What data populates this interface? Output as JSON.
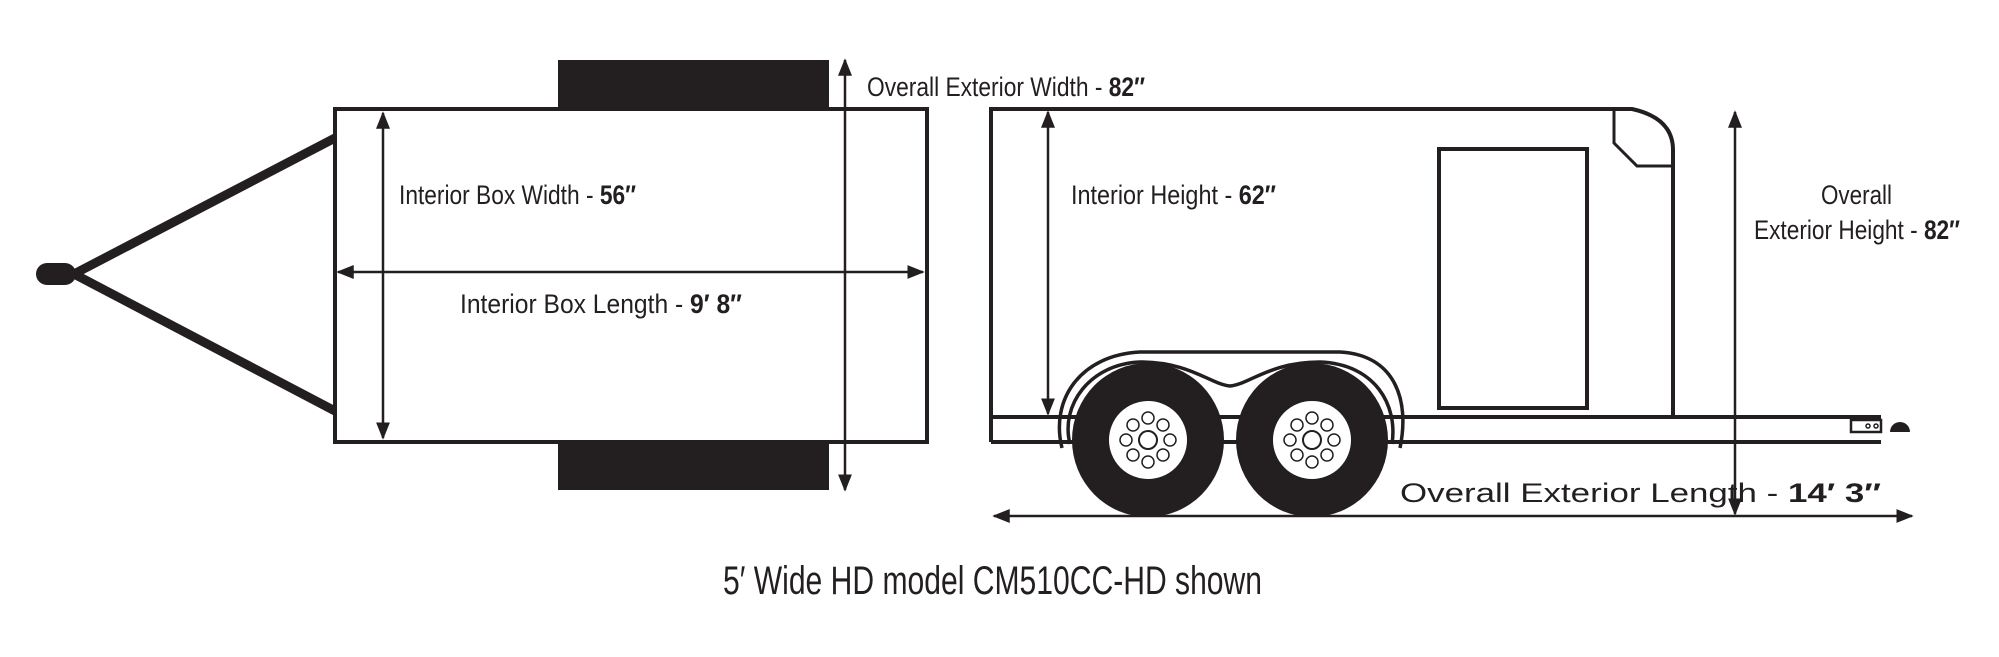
{
  "top_view": {
    "overall_width": {
      "label": "Overall Exterior Width - ",
      "value": "82″"
    },
    "interior_width": {
      "label": "Interior Box Width - ",
      "value": "56″"
    },
    "interior_length": {
      "label": "Interior Box Length - ",
      "value": "9′ 8″"
    }
  },
  "side_view": {
    "interior_height": {
      "label": "Interior Height - ",
      "value": "62″"
    },
    "overall_height": {
      "line1": "Overall",
      "label": "Exterior Height - ",
      "value": "82″"
    },
    "overall_length": {
      "label": "Overall Exterior Length - ",
      "value": "14′ 3″"
    }
  },
  "caption": "5′ Wide HD model CM510CC-HD shown",
  "colors": {
    "ink": "#231f20",
    "background": "#ffffff"
  }
}
